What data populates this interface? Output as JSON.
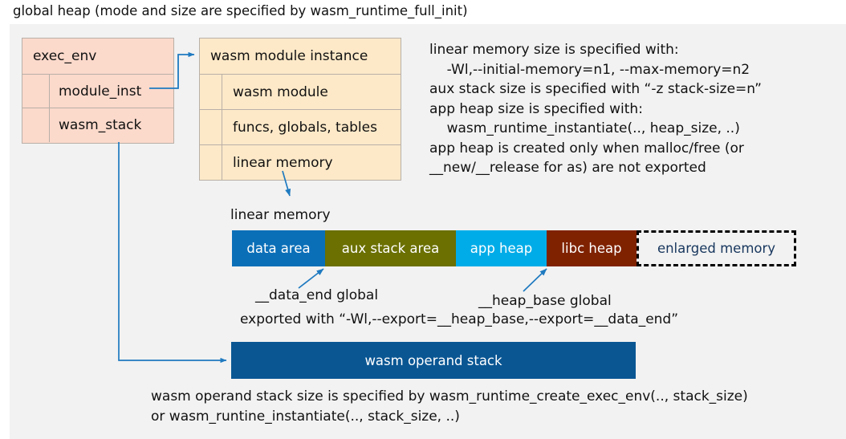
{
  "title": "global heap (mode and size are specified by wasm_runtime_full_init)",
  "colors": {
    "page_background": "#ffffff",
    "panel_background": "#f2f2f2",
    "exec_env_fill": "#fbd9cb",
    "module_instance_fill": "#fde9c8",
    "box_border": "#b9b0a8",
    "arrow_blue": "#1f7ac0",
    "data_area": "#0b6fb8",
    "aux_stack_area": "#6b7000",
    "app_heap": "#00ace8",
    "libc_heap": "#7f2200",
    "enlarged_memory_text": "#17365d",
    "operand_stack_fill": "#0a5693"
  },
  "exec_env_box": {
    "header": "exec_env",
    "rows": [
      "module_inst",
      "wasm_stack"
    ]
  },
  "module_instance_box": {
    "header": "wasm module instance",
    "rows": [
      "wasm module",
      "funcs, globals, tables",
      "linear memory"
    ]
  },
  "notes": {
    "lines": [
      "linear memory size is specified with:",
      "    -Wl,--initial-memory=n1, --max-memory=n2",
      "aux stack size is specified with “-z stack-size=n”",
      "app heap size is specified with:",
      "    wasm_runtime_instantiate(.., heap_size, ..)",
      "app heap is created only when malloc/free (or",
      "__new/__release for as) are not exported"
    ]
  },
  "linear_memory": {
    "label": "linear memory",
    "segments": [
      {
        "label": "data area",
        "color": "#0b6fb8",
        "width": 116,
        "text_color": "#ffffff",
        "style": "solid"
      },
      {
        "label": "aux stack area",
        "color": "#6b7000",
        "width": 163,
        "text_color": "#ffffff",
        "style": "solid"
      },
      {
        "label": "app heap",
        "color": "#00ace8",
        "width": 113,
        "text_color": "#ffffff",
        "style": "solid"
      },
      {
        "label": "libc heap",
        "color": "#7f2200",
        "width": 112,
        "text_color": "#ffffff",
        "style": "solid"
      },
      {
        "label": "enlarged memory",
        "color": "#f2f2f2",
        "width": 199,
        "text_color": "#17365d",
        "style": "dashed"
      }
    ]
  },
  "callouts": {
    "data_end": "__data_end global",
    "heap_base": "__heap_base global",
    "exported": "exported with “-Wl,--export=__heap_base,--export=__data_end”"
  },
  "operand_stack": {
    "label": "wasm operand stack"
  },
  "bottom_notes": {
    "lines": [
      "wasm operand stack size is specified by wasm_runtime_create_exec_env(.., stack_size)",
      "or wasm_runtine_instantiate(.., stack_size, ..)"
    ]
  }
}
